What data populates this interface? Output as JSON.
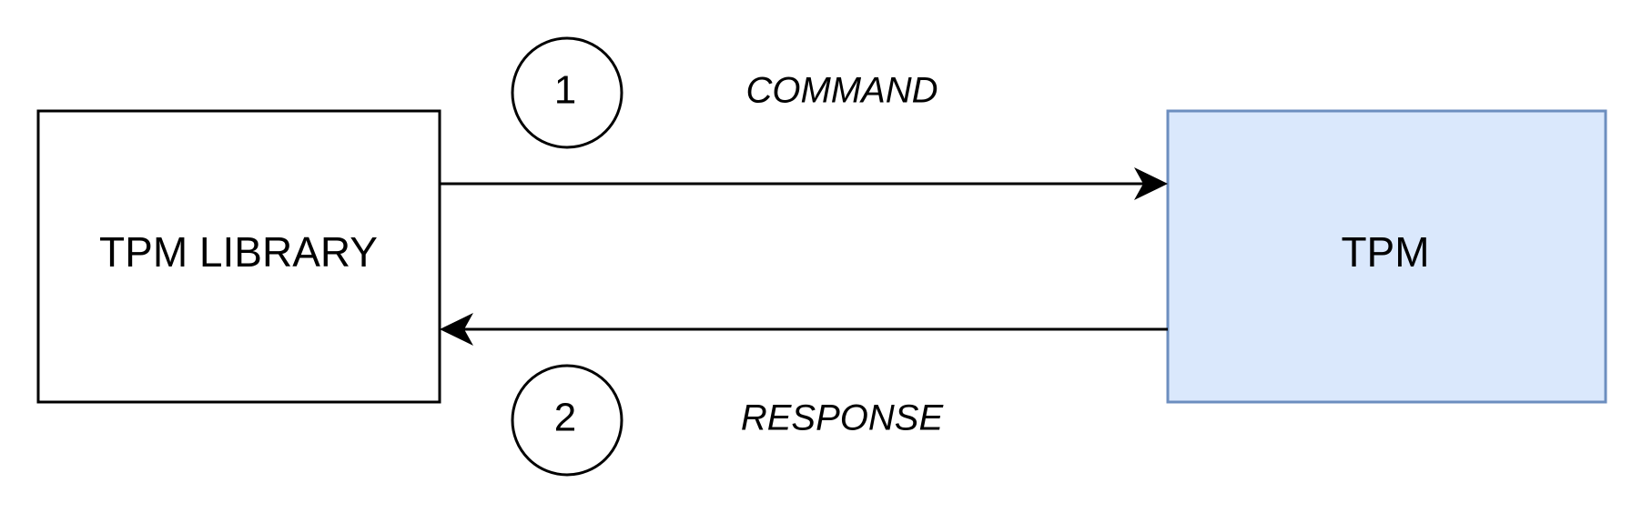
{
  "nodes": {
    "library": {
      "label": "TPM LIBRARY",
      "fill": "#ffffff",
      "stroke": "#000000"
    },
    "tpm": {
      "label": "TPM",
      "fill": "#dae8fc",
      "stroke": "#6c8ebf"
    }
  },
  "steps": [
    {
      "number": "1",
      "label": "COMMAND",
      "direction": "library-to-tpm"
    },
    {
      "number": "2",
      "label": "RESPONSE",
      "direction": "tpm-to-library"
    }
  ],
  "colors": {
    "line": "#000000",
    "background": "#ffffff"
  }
}
